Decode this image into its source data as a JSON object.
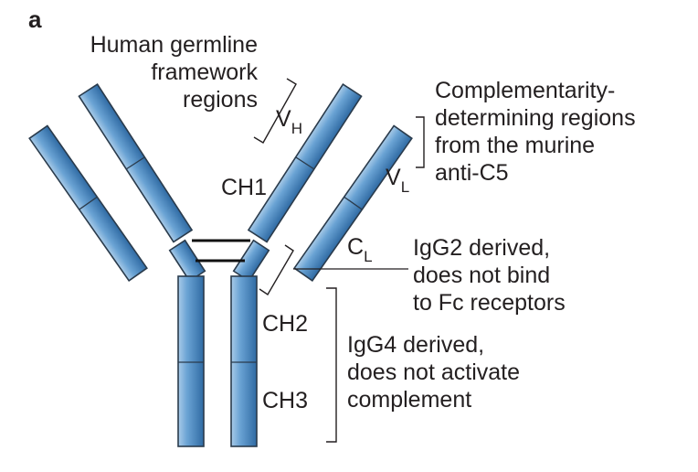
{
  "panel_label": "a",
  "labels": {
    "framework": [
      "Human germline",
      "framework",
      "regions"
    ],
    "vh": {
      "main": "V",
      "sub": "H"
    },
    "vl": {
      "main": "V",
      "sub": "L"
    },
    "cl": {
      "main": "C",
      "sub": "L"
    },
    "ch1": "CH1",
    "ch2": "CH2",
    "ch3": "CH3",
    "cdr": [
      "Complementarity-",
      "determining regions",
      "from the murine",
      "anti-C5"
    ],
    "igg2": [
      "IgG2 derived,",
      "does not bind",
      "to Fc receptors"
    ],
    "igg4": [
      "IgG4 derived,",
      "does not activate",
      "complement"
    ]
  },
  "colors": {
    "segment_fill_light": "#a9cbe8",
    "segment_fill_mid": "#5b95c8",
    "segment_fill_dark": "#2f6aa3",
    "outline": "#2a3b4c",
    "text": "#231f20"
  }
}
